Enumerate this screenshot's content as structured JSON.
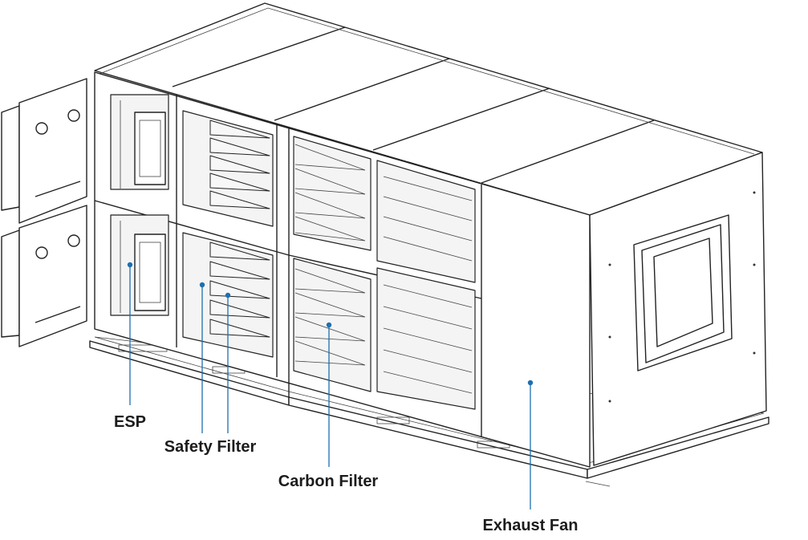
{
  "diagram": {
    "callouts": [
      {
        "id": "esp",
        "label": "ESP"
      },
      {
        "id": "safety-filter",
        "label": "Safety Filter"
      },
      {
        "id": "carbon-filter",
        "label": "Carbon Filter"
      },
      {
        "id": "exhaust-fan",
        "label": "Exhaust Fan"
      }
    ],
    "colors": {
      "leader_line": "#1e6fb0",
      "leader_dot": "#1e6fb0",
      "outline": "#222222",
      "label_text": "#1c1c1c"
    }
  }
}
